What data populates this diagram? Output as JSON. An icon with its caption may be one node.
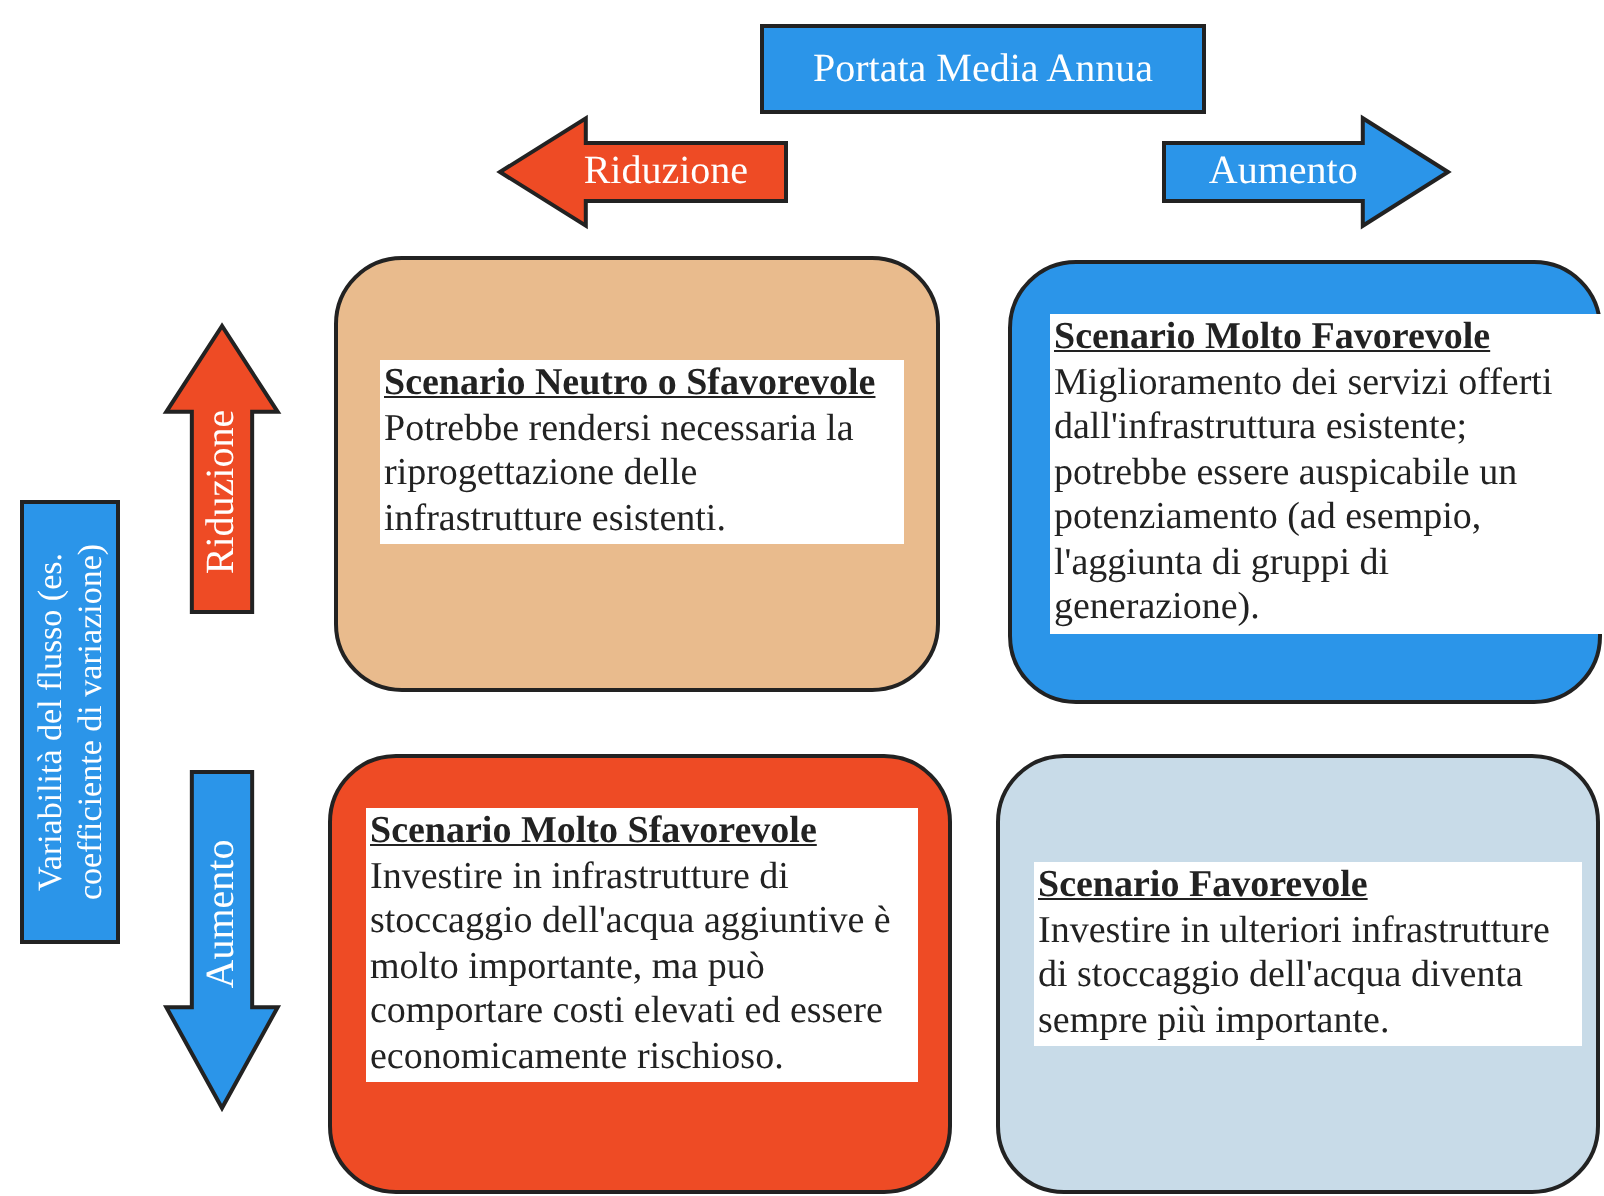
{
  "diagram": {
    "nodes": [
      {
        "text": [
          "Portata Media Annua"
        ]
      },
      {
        "text": [
          "Riduzione"
        ]
      },
      {
        "text": [
          "Aumento"
        ]
      },
      {
        "text": [
          "Variabilità del flusso (es. coefficiente di variazione)"
        ]
      },
      {
        "text": [
          "Riduzione"
        ]
      },
      {
        "text": [
          "Aumento"
        ]
      },
      {
        "text": [
          "Scenario Neutro o Sfavorevole",
          "Potrebbe rendersi necessaria la riprogettazione delle infrastrutture esistenti."
        ]
      },
      {
        "text": [
          "Scenario Molto Favorevole",
          "Miglioramento dei servizi offerti dall'infrastruttura esistente; potrebbe essere auspicabile un potenziamento (ad esempio, l'aggiunta di gruppi di generazione)."
        ]
      },
      {
        "text": [
          "Scenario Molto Sfavorevole",
          "Investire in infrastrutture di stoccaggio dell'acqua aggiuntive è molto importante, ma può comportare costi elevati ed essere economicamente rischioso."
        ]
      },
      {
        "text": [
          "Scenario Favorevole",
          "Investire in ulteriori infrastrutture di stoccaggio dell'acqua diventa sempre più importante."
        ]
      }
    ]
  }
}
